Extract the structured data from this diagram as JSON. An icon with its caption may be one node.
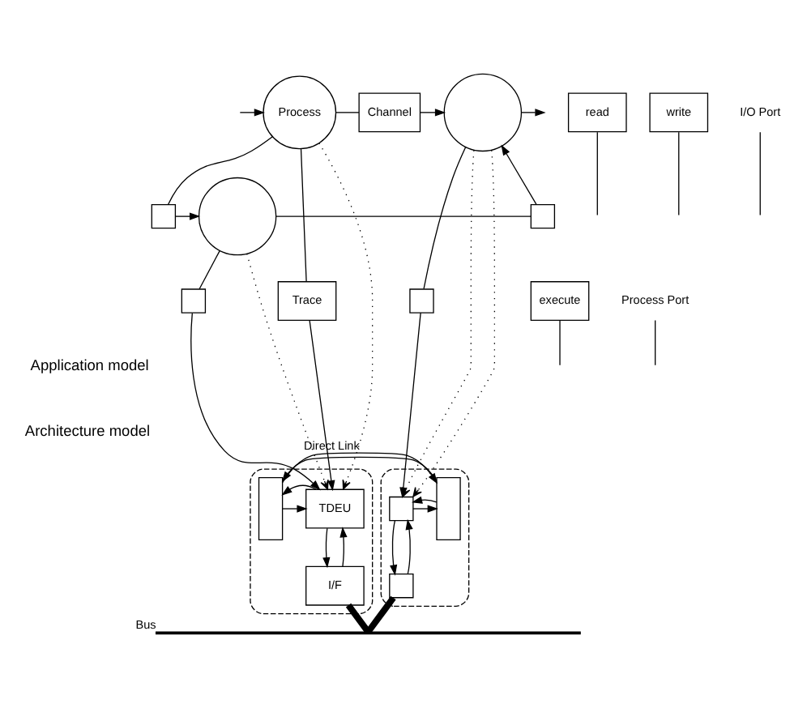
{
  "diagram": {
    "nodes": [
      {
        "text": [
          "Process"
        ]
      },
      {
        "text": [
          "Channel"
        ]
      },
      {
        "text": [],
        "shape": "circle"
      },
      {
        "text": [],
        "shape": "circle"
      },
      {
        "text": [],
        "shape": "box"
      },
      {
        "text": [],
        "shape": "box"
      },
      {
        "text": [
          "read"
        ]
      },
      {
        "text": [
          "write"
        ]
      },
      {
        "text": [
          "execute"
        ]
      },
      {
        "text": [
          "Trace"
        ]
      },
      {
        "text": [],
        "shape": "box"
      },
      {
        "text": [],
        "shape": "box"
      },
      {
        "text": [
          "Process Port"
        ]
      },
      {
        "text": [],
        "shape": "box"
      },
      {
        "text": [
          "TDEU"
        ],
        "in": 13
      },
      {
        "text": [],
        "shape": "bar",
        "in": 13
      },
      {
        "text": [
          "I/F"
        ],
        "in": 13
      },
      {
        "text": [],
        "shape": "box"
      },
      {
        "text": [],
        "shape": "bar",
        "in": 17
      },
      {
        "text": [],
        "shape": "box",
        "in": 17
      },
      {
        "text": [],
        "shape": "box",
        "in": 17
      },
      {
        "text": [
          "I/O Port"
        ]
      },
      {
        "text": [],
        "shape": "bar",
        "beside": [
          "Bus"
        ]
      }
    ],
    "edges": [
      {
        "from": null,
        "to": 0,
        "arrow": "to"
      },
      {
        "from": 0,
        "to": 1,
        "arrow": "none"
      },
      {
        "from": 1,
        "to": 2,
        "arrow": "to"
      },
      {
        "from": 0,
        "to": 4,
        "arrow": "none"
      },
      {
        "from": 4,
        "to": 3,
        "arrow": "to"
      },
      {
        "from": 3,
        "to": 5,
        "arrow": "none"
      },
      {
        "from": 5,
        "to": 2,
        "arrow": "to"
      },
      {
        "from": 2,
        "to": null,
        "arrow": "to"
      },
      {
        "from": 6,
        "to": null,
        "arrow": "none"
      },
      {
        "from": 7,
        "to": null,
        "arrow": "none"
      },
      {
        "from": 8,
        "to": null,
        "arrow": "none"
      },
      {
        "from": 12,
        "to": null,
        "arrow": "none"
      },
      {
        "from": 0,
        "to": 9,
        "arrow": "none"
      },
      {
        "from": 9,
        "to": 14,
        "arrow": "to"
      },
      {
        "from": 3,
        "to": 10,
        "arrow": "none"
      },
      {
        "from": 10,
        "to": 14,
        "arrow": "to"
      },
      {
        "from": 2,
        "to": 11,
        "arrow": "none"
      },
      {
        "from": 11,
        "to": 19,
        "arrow": "to"
      },
      {
        "from": 0,
        "to": 14,
        "arrow": "to",
        "style": "dashed"
      },
      {
        "from": 3,
        "to": 14,
        "arrow": "to",
        "style": "dashed"
      },
      {
        "from": 2,
        "to": 19,
        "arrow": "to",
        "style": "dashed"
      },
      {
        "from": 2,
        "to": 19,
        "arrow": "to",
        "style": "dashed"
      },
      {
        "from": 15,
        "to": 14,
        "arrow": "to"
      },
      {
        "from": 14,
        "to": 15,
        "arrow": "to"
      },
      {
        "from": 18,
        "to": 15,
        "arrow": "to"
      },
      {
        "from": 15,
        "to": 18,
        "arrow": "to",
        "label": "Direct Link"
      },
      {
        "from": 19,
        "to": 18,
        "arrow": "to"
      },
      {
        "from": 18,
        "to": 19,
        "arrow": "to"
      },
      {
        "from": 14,
        "to": 16,
        "arrow": "to"
      },
      {
        "from": 16,
        "to": 14,
        "arrow": "to"
      },
      {
        "from": 19,
        "to": 20,
        "arrow": "to"
      },
      {
        "from": 20,
        "to": 19,
        "arrow": "to"
      },
      {
        "from": 21,
        "to": null,
        "arrow": "none"
      },
      {
        "from": 16,
        "to": 22,
        "arrow": "none",
        "style": "thick"
      },
      {
        "from": 20,
        "to": 22,
        "arrow": "none",
        "style": "thick"
      }
    ],
    "labels": [
      "Application model",
      "Architecture model"
    ]
  }
}
